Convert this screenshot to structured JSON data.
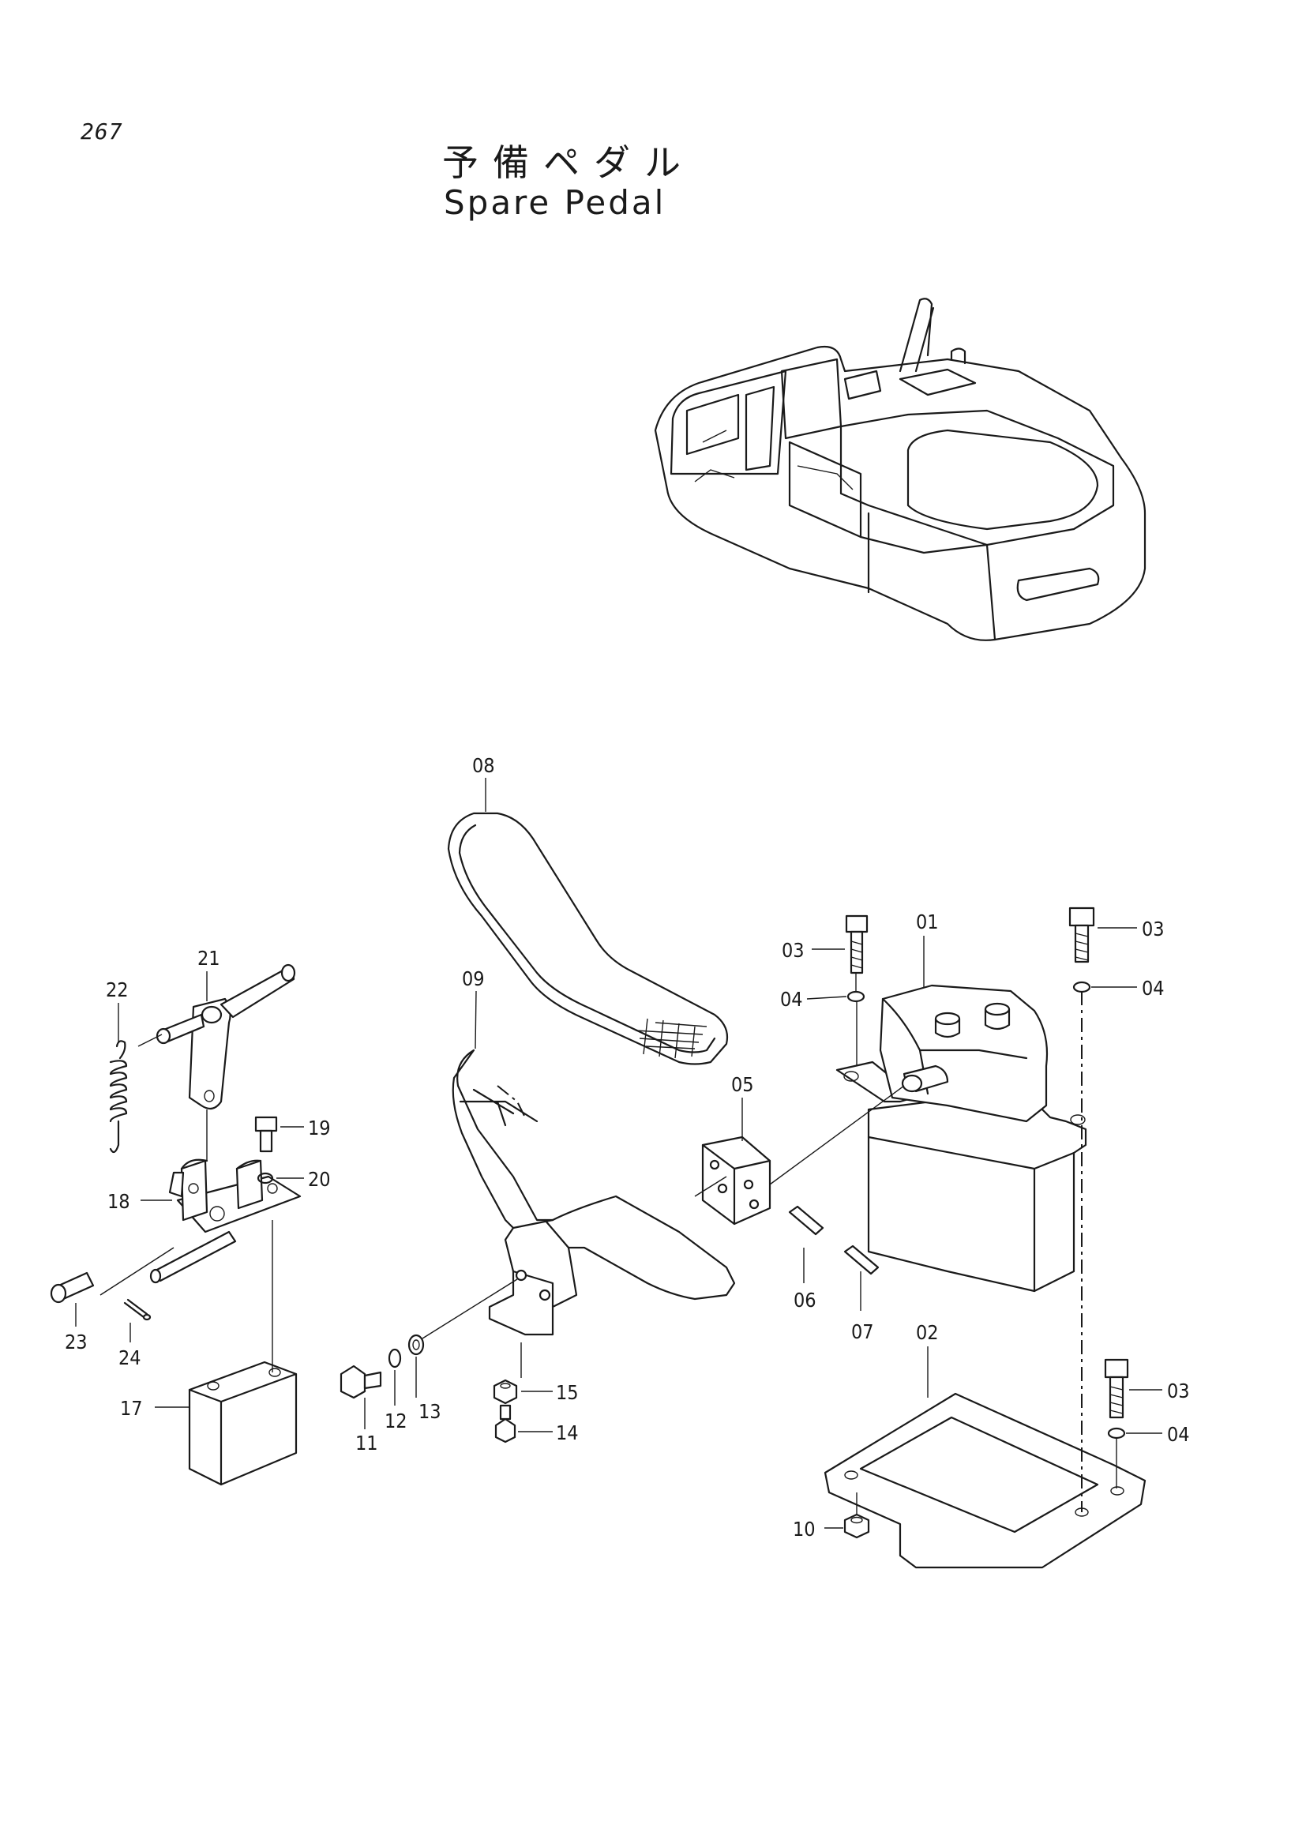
{
  "page_number": "267",
  "title_jp": "予備ペダル",
  "title_en": "Spare Pedal",
  "parts": [
    {
      "id": "01",
      "label": "01"
    },
    {
      "id": "02",
      "label": "02"
    },
    {
      "id": "03a",
      "label": "03"
    },
    {
      "id": "03b",
      "label": "03"
    },
    {
      "id": "03c",
      "label": "03"
    },
    {
      "id": "04a",
      "label": "04"
    },
    {
      "id": "04b",
      "label": "04"
    },
    {
      "id": "04c",
      "label": "04"
    },
    {
      "id": "05",
      "label": "05"
    },
    {
      "id": "06",
      "label": "06"
    },
    {
      "id": "07",
      "label": "07"
    },
    {
      "id": "08",
      "label": "08"
    },
    {
      "id": "09",
      "label": "09"
    },
    {
      "id": "10",
      "label": "10"
    },
    {
      "id": "11",
      "label": "11"
    },
    {
      "id": "12",
      "label": "12"
    },
    {
      "id": "13",
      "label": "13"
    },
    {
      "id": "14",
      "label": "14"
    },
    {
      "id": "15",
      "label": "15"
    },
    {
      "id": "17",
      "label": "17"
    },
    {
      "id": "18",
      "label": "18"
    },
    {
      "id": "19",
      "label": "19"
    },
    {
      "id": "20",
      "label": "20"
    },
    {
      "id": "21",
      "label": "21"
    },
    {
      "id": "22",
      "label": "22"
    },
    {
      "id": "23",
      "label": "23"
    },
    {
      "id": "24",
      "label": "24"
    }
  ]
}
